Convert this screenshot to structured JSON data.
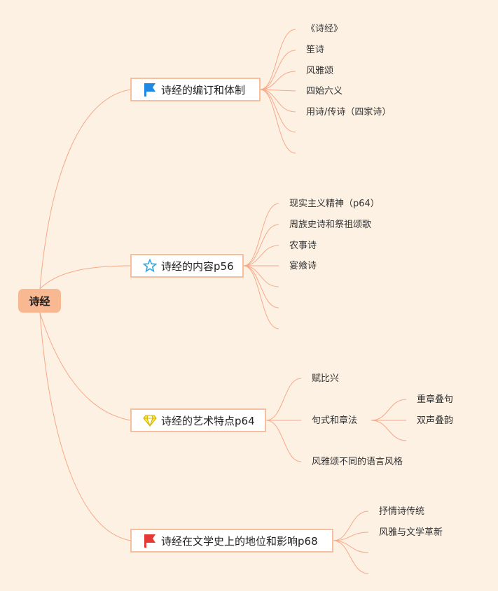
{
  "root": {
    "label": "诗经"
  },
  "branches": [
    {
      "label": "诗经的编订和体制",
      "icon": "blue-flag-icon",
      "children": [
        "《诗经》",
        "笙诗",
        "风雅颂",
        "四始六义",
        "用诗/传诗（四家诗）",
        "",
        ""
      ]
    },
    {
      "label": "诗经的内容p56",
      "icon": "star-icon",
      "children": [
        "现实主义精神（p64）",
        "周族史诗和祭祖颂歌",
        "农事诗",
        "宴飨诗",
        "",
        "",
        ""
      ]
    },
    {
      "label": "诗经的艺术特点p64",
      "icon": "diamond-icon",
      "children": [
        {
          "label": "赋比兴"
        },
        {
          "label": "句式和章法",
          "children": [
            "重章叠句",
            "双声叠韵",
            ""
          ]
        },
        {
          "label": "风雅颂不同的语言风格"
        }
      ]
    },
    {
      "label": "诗经在文学史上的地位和影响p68",
      "icon": "red-flag-icon",
      "children": [
        "抒情诗传统",
        "风雅与文学革新",
        "",
        ""
      ]
    }
  ],
  "colors": {
    "background": "#fdf1e4",
    "root_fill": "#f8b892",
    "branch_border": "#f6c09e",
    "connector": "#f7a888",
    "flag_blue": "#1e88e5",
    "flag_red": "#e53935",
    "star": "#29a8e0",
    "diamond": "#f5d000"
  }
}
